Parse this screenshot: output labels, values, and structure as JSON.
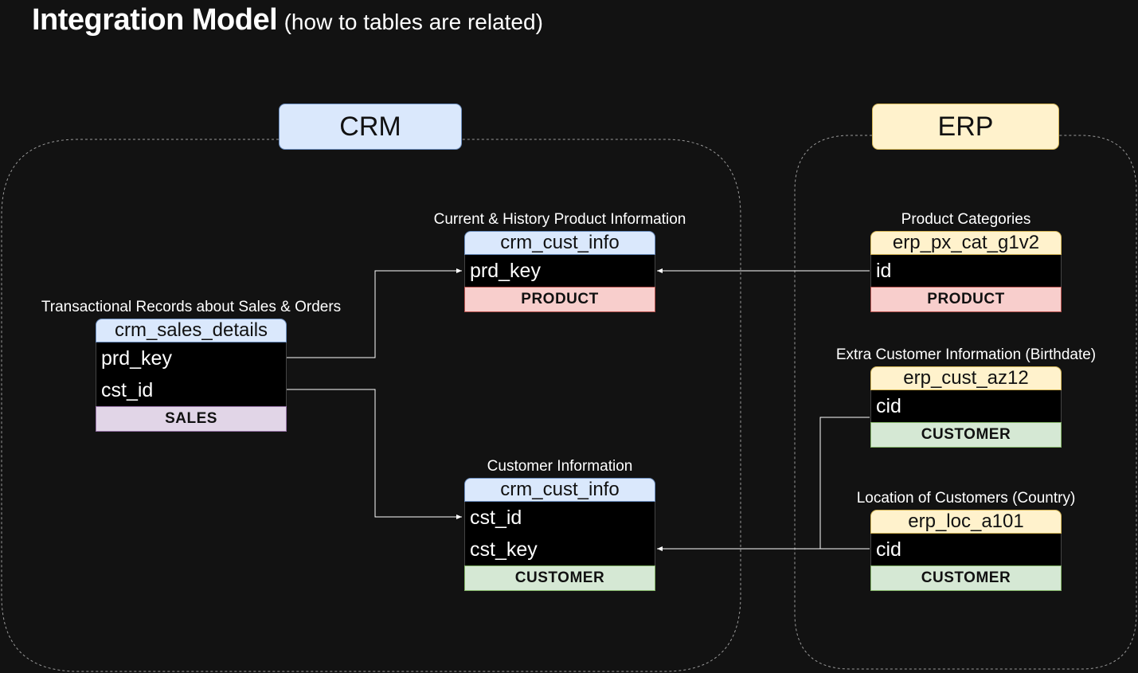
{
  "title": {
    "main": "Integration Model",
    "sub": "(how to tables are related)"
  },
  "groups": {
    "crm": "CRM",
    "erp": "ERP"
  },
  "tables": {
    "sales": {
      "caption": "Transactional Records about Sales & Orders",
      "name": "crm_sales_details",
      "fields": [
        "prd_key",
        "cst_id"
      ],
      "tag": "SALES"
    },
    "prd": {
      "caption": "Current & History Product Information",
      "name": "crm_cust_info",
      "fields": [
        "prd_key"
      ],
      "tag": "PRODUCT"
    },
    "cust": {
      "caption": "Customer Information",
      "name": "crm_cust_info",
      "fields": [
        "cst_id",
        "cst_key"
      ],
      "tag": "CUSTOMER"
    },
    "pxcat": {
      "caption": "Product Categories",
      "name": "erp_px_cat_g1v2",
      "fields": [
        "id"
      ],
      "tag": "PRODUCT"
    },
    "az12": {
      "caption": "Extra Customer Information (Birthdate)",
      "name": "erp_cust_az12",
      "fields": [
        "cid"
      ],
      "tag": "CUSTOMER"
    },
    "loc": {
      "caption": "Location of Customers (Country)",
      "name": "erp_loc_a101",
      "fields": [
        "cid"
      ],
      "tag": "CUSTOMER"
    }
  },
  "colors": {
    "background": "#121212",
    "crm_header": "#dae8fc",
    "erp_header": "#fff2cc",
    "product_tag": "#f8cecc",
    "sales_tag": "#e1d5e7",
    "customer_tag": "#d5e8d4",
    "connector": "#ffffff"
  }
}
